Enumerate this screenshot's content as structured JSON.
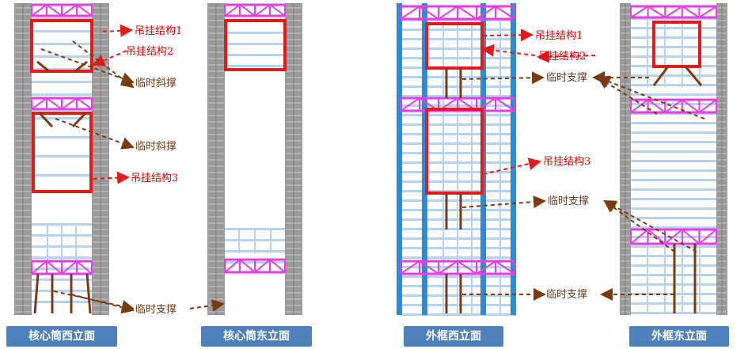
{
  "colors": {
    "core_wall": "#9a9a9a",
    "core_wall_dark": "#7b7b7b",
    "floor_beam": "#b8d3ee",
    "frame_column": "#2a8bdb",
    "truss": "#e43ee6",
    "hanging_box": "#e21b1b",
    "support": "#7a3b12",
    "caption_bg": "#4f81bd",
    "caption_text": "#ffffff"
  },
  "labels": {
    "hang1_a": "吊挂结构1",
    "hang2_a": "吊挂结构2",
    "brace1_a": "临时斜撑",
    "brace2_a": "临时斜撑",
    "hang3_a": "吊挂结构3",
    "support_a": "临时支撑",
    "hang1_b": "吊挂结构1",
    "hang2_b": "吊挂结构2",
    "support1_b": "临时支撑",
    "hang3_b": "吊挂结构3",
    "support2_b": "临时支撑",
    "support3_b": "临时支撑"
  },
  "captions": {
    "core_west": "核心筒西立面",
    "core_east": "核心筒东立面",
    "frame_west": "外框西立面",
    "frame_east": "外框东立面"
  }
}
